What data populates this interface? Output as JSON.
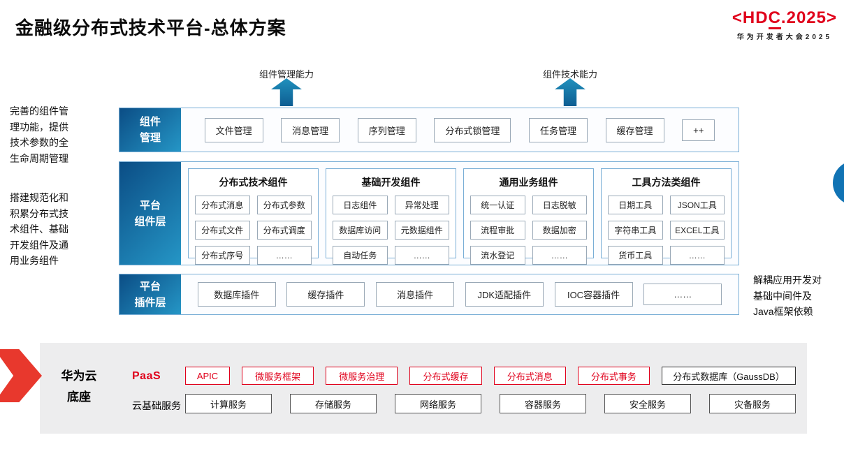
{
  "header": {
    "title": "金融级分布式技术平台-总体方案",
    "logo": {
      "pre": "<",
      "hd": "HD",
      "c": "C",
      "rest": ".2025",
      "post": ">",
      "subtitle": "华为开发者大会2025"
    }
  },
  "arrows": {
    "left_label": "组件管理能力",
    "right_label": "组件技术能力"
  },
  "notes": {
    "left_top": "完善的组件管\n理功能，提供\n技术参数的全\n生命周期管理",
    "left_bottom": "搭建规范化和\n积累分布式技\n术组件、基础\n开发组件及通\n用业务组件",
    "right": "解耦应用开发对\n基础中间件及\nJava框架依赖"
  },
  "component_mgmt": {
    "label": "组件\n管理",
    "items": [
      "文件管理",
      "消息管理",
      "序列管理",
      "分布式锁管理",
      "任务管理",
      "缓存管理",
      "++"
    ]
  },
  "platform_layer": {
    "label": "平台\n组件层",
    "groups": [
      {
        "title": "分布式技术组件",
        "items": [
          "分布式消息",
          "分布式参数",
          "分布式文件",
          "分布式调度",
          "分布式序号",
          "……"
        ]
      },
      {
        "title": "基础开发组件",
        "items": [
          "日志组件",
          "异常处理",
          "数据库访问",
          "元数据组件",
          "自动任务",
          "……"
        ]
      },
      {
        "title": "通用业务组件",
        "items": [
          "统一认证",
          "日志脱敏",
          "流程审批",
          "数据加密",
          "流水登记",
          "……"
        ]
      },
      {
        "title": "工具方法类组件",
        "items": [
          "日期工具",
          "JSON工具",
          "字符串工具",
          "EXCEL工具",
          "货币工具",
          "……"
        ]
      }
    ]
  },
  "plugin_layer": {
    "label": "平台\n插件层",
    "items": [
      "数据库插件",
      "缓存插件",
      "消息插件",
      "JDK适配插件",
      "IOC容器插件",
      "……"
    ]
  },
  "foundation": {
    "label": "华为云\n底座",
    "paas_label": "PaaS",
    "paas_items": [
      "APIC",
      "微服务框架",
      "微服务治理",
      "分布式缓存",
      "分布式消息",
      "分布式事务"
    ],
    "paas_db": "分布式数据库（GaussDB）",
    "iaas_label": "云基础服务",
    "iaas_items": [
      "计算服务",
      "存储服务",
      "网络服务",
      "容器服务",
      "安全服务",
      "灾备服务"
    ]
  },
  "colors": {
    "accent_red": "#e0001b",
    "label_gradient_start": "#0b4d85",
    "label_gradient_end": "#2596c6",
    "arrow_blue": "#0d5d92",
    "border_blue": "#79aed6",
    "foundation_gray": "#ededee"
  }
}
